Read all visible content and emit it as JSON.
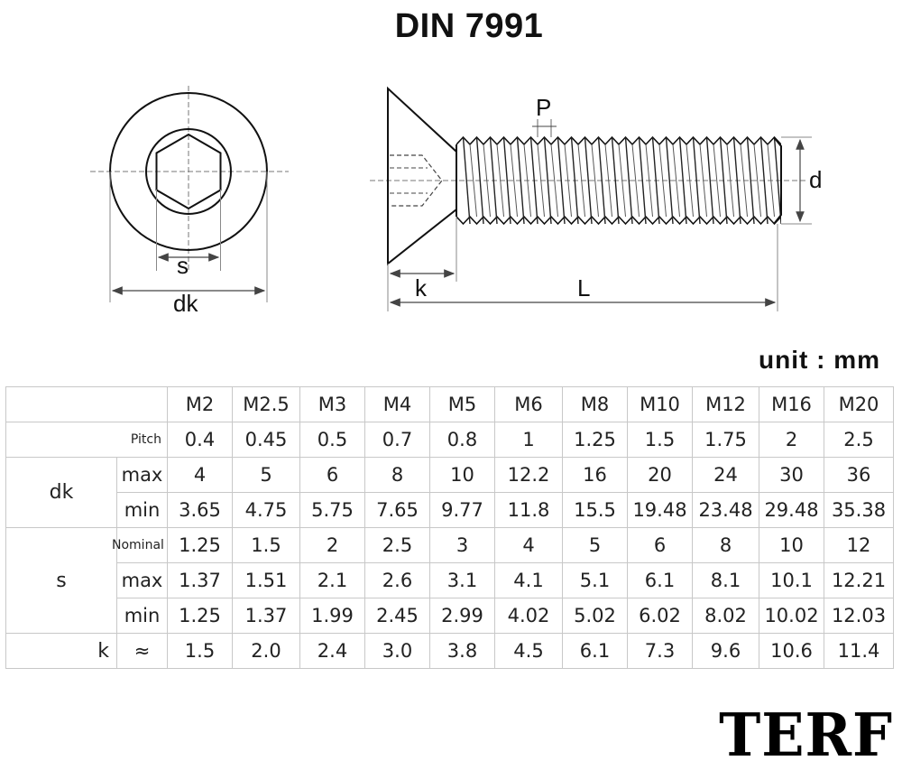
{
  "title": "DIN 7991",
  "unit_label": "unit : mm",
  "brand": "TERF",
  "diagram_labels": {
    "s": "s",
    "dk": "dk",
    "p": "P",
    "d": "d",
    "k": "k",
    "l": "L"
  },
  "table": {
    "sizes": [
      "M2",
      "M2.5",
      "M3",
      "M4",
      "M5",
      "M6",
      "M8",
      "M10",
      "M12",
      "M16",
      "M20"
    ],
    "pitch_label": "Pitch",
    "pitch": [
      "0.4",
      "0.45",
      "0.5",
      "0.7",
      "0.8",
      "1",
      "1.25",
      "1.5",
      "1.75",
      "2",
      "2.5"
    ],
    "dk_label": "dk",
    "dk_max_label": "max",
    "dk_max": [
      "4",
      "5",
      "6",
      "8",
      "10",
      "12.2",
      "16",
      "20",
      "24",
      "30",
      "36"
    ],
    "dk_min_label": "min",
    "dk_min": [
      "3.65",
      "4.75",
      "5.75",
      "7.65",
      "9.77",
      "11.8",
      "15.5",
      "19.48",
      "23.48",
      "29.48",
      "35.38"
    ],
    "s_label": "s",
    "s_nominal_label": "Nominal",
    "s_nominal": [
      "1.25",
      "1.5",
      "2",
      "2.5",
      "3",
      "4",
      "5",
      "6",
      "8",
      "10",
      "12"
    ],
    "s_max_label": "max",
    "s_max": [
      "1.37",
      "1.51",
      "2.1",
      "2.6",
      "3.1",
      "4.1",
      "5.1",
      "6.1",
      "8.1",
      "10.1",
      "12.21"
    ],
    "s_min_label": "min",
    "s_min": [
      "1.25",
      "1.37",
      "1.99",
      "2.45",
      "2.99",
      "4.02",
      "5.02",
      "6.02",
      "8.02",
      "10.02",
      "12.03"
    ],
    "k_label": "k",
    "k_approx_label": "≈",
    "k_approx": [
      "1.5",
      "2.0",
      "2.4",
      "3.0",
      "3.8",
      "4.5",
      "6.1",
      "7.3",
      "9.6",
      "10.6",
      "11.4"
    ]
  }
}
